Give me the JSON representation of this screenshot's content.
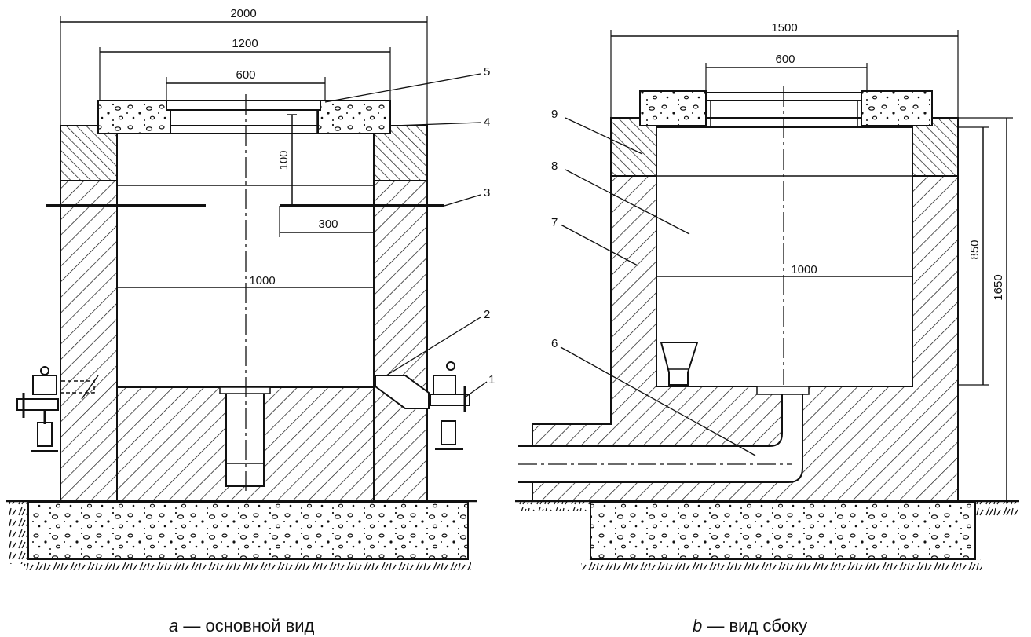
{
  "views": {
    "a": {
      "caption_letter": "a",
      "caption_text": " — основной вид",
      "dims": [
        "2000",
        "1200",
        "600",
        "100",
        "300",
        "1000"
      ],
      "callouts": [
        "1",
        "2",
        "3",
        "4",
        "5"
      ]
    },
    "b": {
      "caption_letter": "b",
      "caption_text": " — вид сбоку",
      "dims": [
        "1500",
        "600",
        "1000",
        "850",
        "1650"
      ],
      "callouts": [
        "6",
        "7",
        "8",
        "9"
      ]
    }
  },
  "colors": {
    "line": "#111111",
    "background": "#ffffff"
  }
}
